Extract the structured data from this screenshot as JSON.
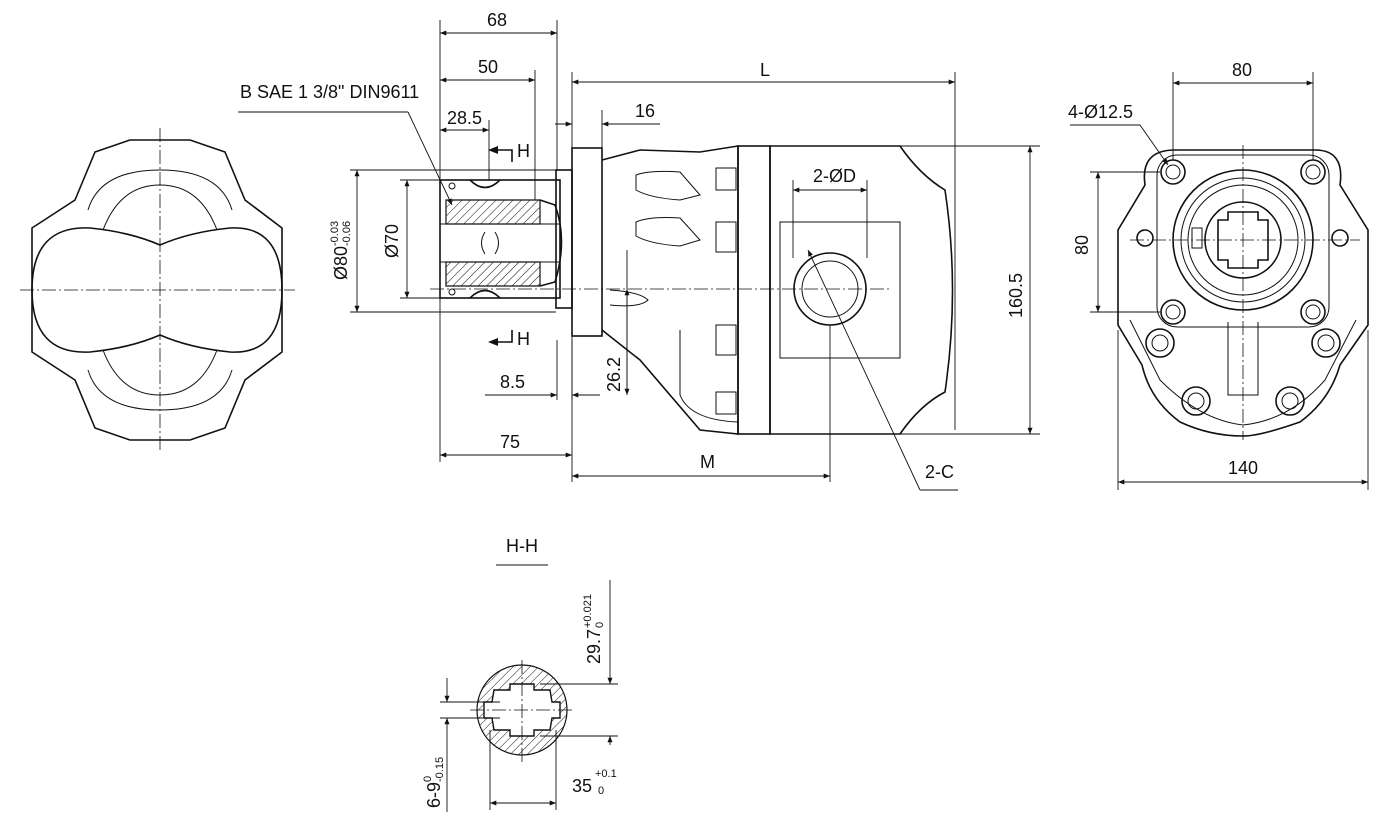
{
  "labels": {
    "d68": "68",
    "d50": "50",
    "d28_5": "28.5",
    "d16": "16",
    "dL": "L",
    "d80top": "80",
    "holes": "4-Ø12.5",
    "spline": "B SAE 1 3/8\" DIN9611",
    "sectionH_top": "H",
    "sectionH_bot": "H",
    "d80pilot": "Ø80",
    "d80tol_up": "-0.03",
    "d80tol_lo": "-0.06",
    "d70": "Ø70",
    "d2phiD": "2-ØD",
    "d160_5": "160.5",
    "d80side": "80",
    "d26_2": "26.2",
    "d8_5": "8.5",
    "d75": "75",
    "dM": "M",
    "d2C": "2-C",
    "d140": "140",
    "sectionTitle": "H-H",
    "d29_7": "29.7",
    "d29_7tol_up": "+0.021",
    "d29_7tol_lo": "0",
    "d35": "35",
    "d35tol_up": "+0.1",
    "d35tol_lo": "0",
    "d6_9": "6-9",
    "d6_9tol_up": "0",
    "d6_9tol_lo": "-0.15"
  }
}
